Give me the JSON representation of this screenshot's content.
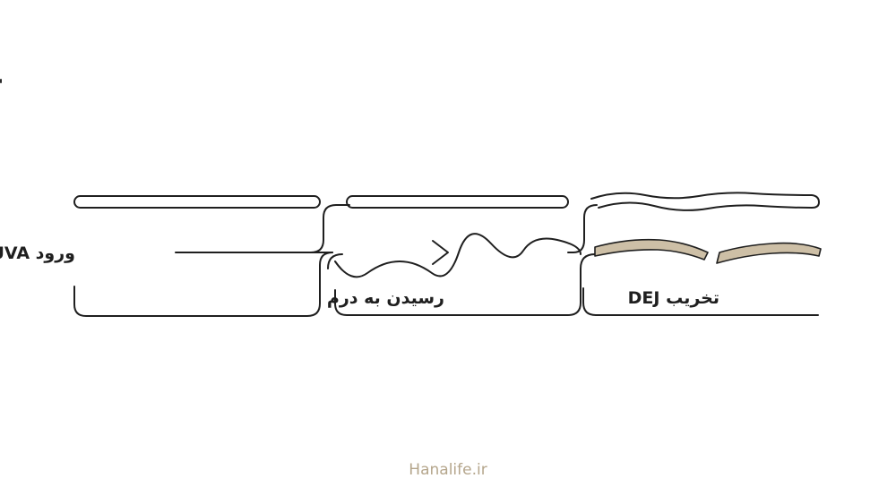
{
  "diagram": {
    "steps": [
      {
        "label": "ورود UVA"
      },
      {
        "label": "رسیدن به درم"
      },
      {
        "label": "تخریب DEJ"
      }
    ],
    "colors": {
      "stroke": "#1f1f1f",
      "dej_fill": "#cdbfa6",
      "footer": "#b5a68c"
    }
  },
  "footer": {
    "site": "Hanalife.ir"
  }
}
